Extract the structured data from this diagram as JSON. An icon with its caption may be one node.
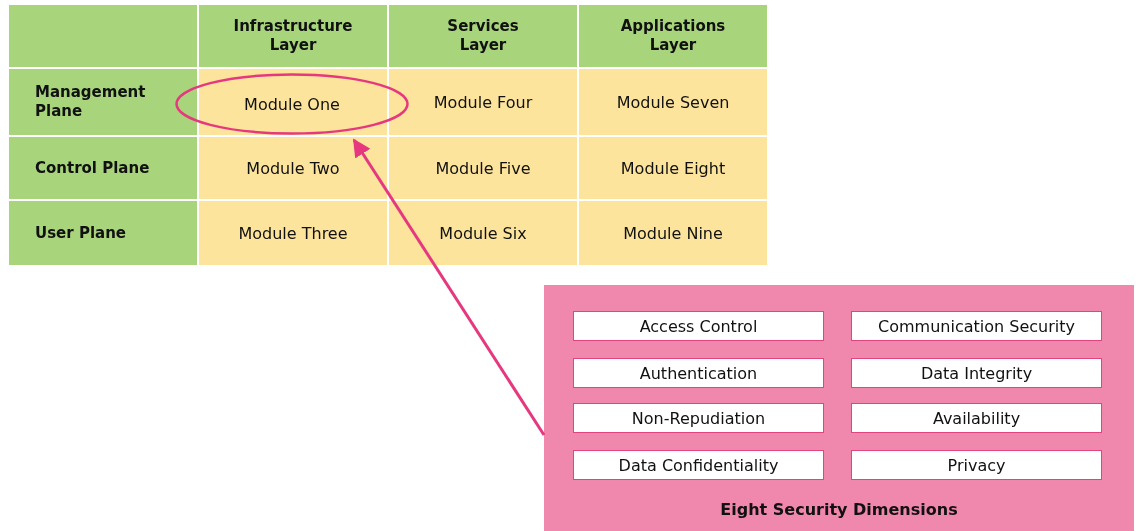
{
  "diagram": {
    "nodes": [
      {
        "text": [
          "Module One"
        ]
      },
      {
        "text": [
          "Eight Security Dimensions"
        ]
      },
      {
        "text": [
          "Access Control"
        ],
        "in": 1
      },
      {
        "text": [
          "Communication Security"
        ],
        "in": 1
      },
      {
        "text": [
          "Authentication"
        ],
        "in": 1
      },
      {
        "text": [
          "Data Integrity"
        ],
        "in": 1
      },
      {
        "text": [
          "Non-Repudiation"
        ],
        "in": 1
      },
      {
        "text": [
          "Availability"
        ],
        "in": 1
      },
      {
        "text": [
          "Data Confidentiality"
        ],
        "in": 1
      },
      {
        "text": [
          "Privacy"
        ],
        "in": 1
      }
    ],
    "edges": [
      {
        "from": 1,
        "to": 0,
        "arrow": "to"
      }
    ],
    "labels": [
      "Infrastructure Layer",
      "Services Layer",
      "Applications Layer",
      "Management Plane",
      "Module Four",
      "Module Seven",
      "Control Plane",
      "Module Two",
      "Module Five",
      "Module Eight",
      "User Plane",
      "Module Three",
      "Module Six",
      "Module Nine"
    ]
  }
}
